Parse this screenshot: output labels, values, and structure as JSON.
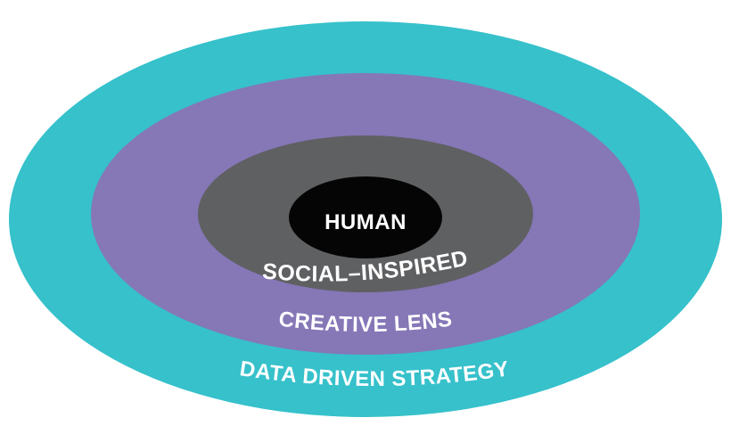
{
  "diagram": {
    "layers": [
      {
        "id": "outer",
        "label": "DATA DRIVEN STRATEGY",
        "color": "#36c1cb"
      },
      {
        "id": "second",
        "label": "CREATIVE LENS",
        "color": "#8677b7"
      },
      {
        "id": "third",
        "label": "SOCIAL–INSPIRED",
        "color": "#5f6062"
      },
      {
        "id": "core",
        "label": "HUMAN",
        "color": "#050505"
      }
    ]
  }
}
